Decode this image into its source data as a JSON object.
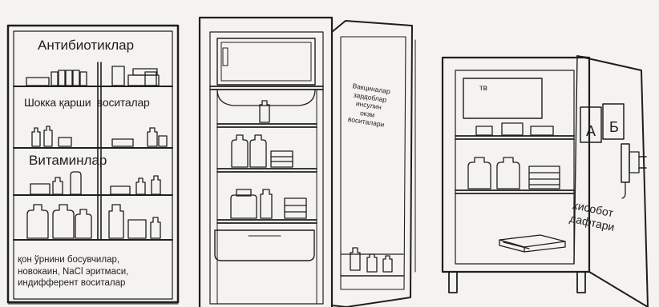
{
  "cabinet1": {
    "antibiotics_label": "Антибиотиклар",
    "shock_label": "Шокка қарши  воситалар",
    "vitamins_label": "Витаминлар",
    "bottom_lines": [
      "қон ўрнини босувчилар,",
      "новокаин, NaCl эритмаси,",
      "индифферент воситалар"
    ]
  },
  "fridge2": {
    "door_lines": [
      "Вакциналар",
      "зардоблар",
      "инсулин",
      "окзм",
      "воситалари"
    ]
  },
  "fridge3": {
    "tag": "тв",
    "section_a": "А",
    "section_b": "Б",
    "report_lines": [
      "хисобот",
      "дафтари"
    ]
  }
}
